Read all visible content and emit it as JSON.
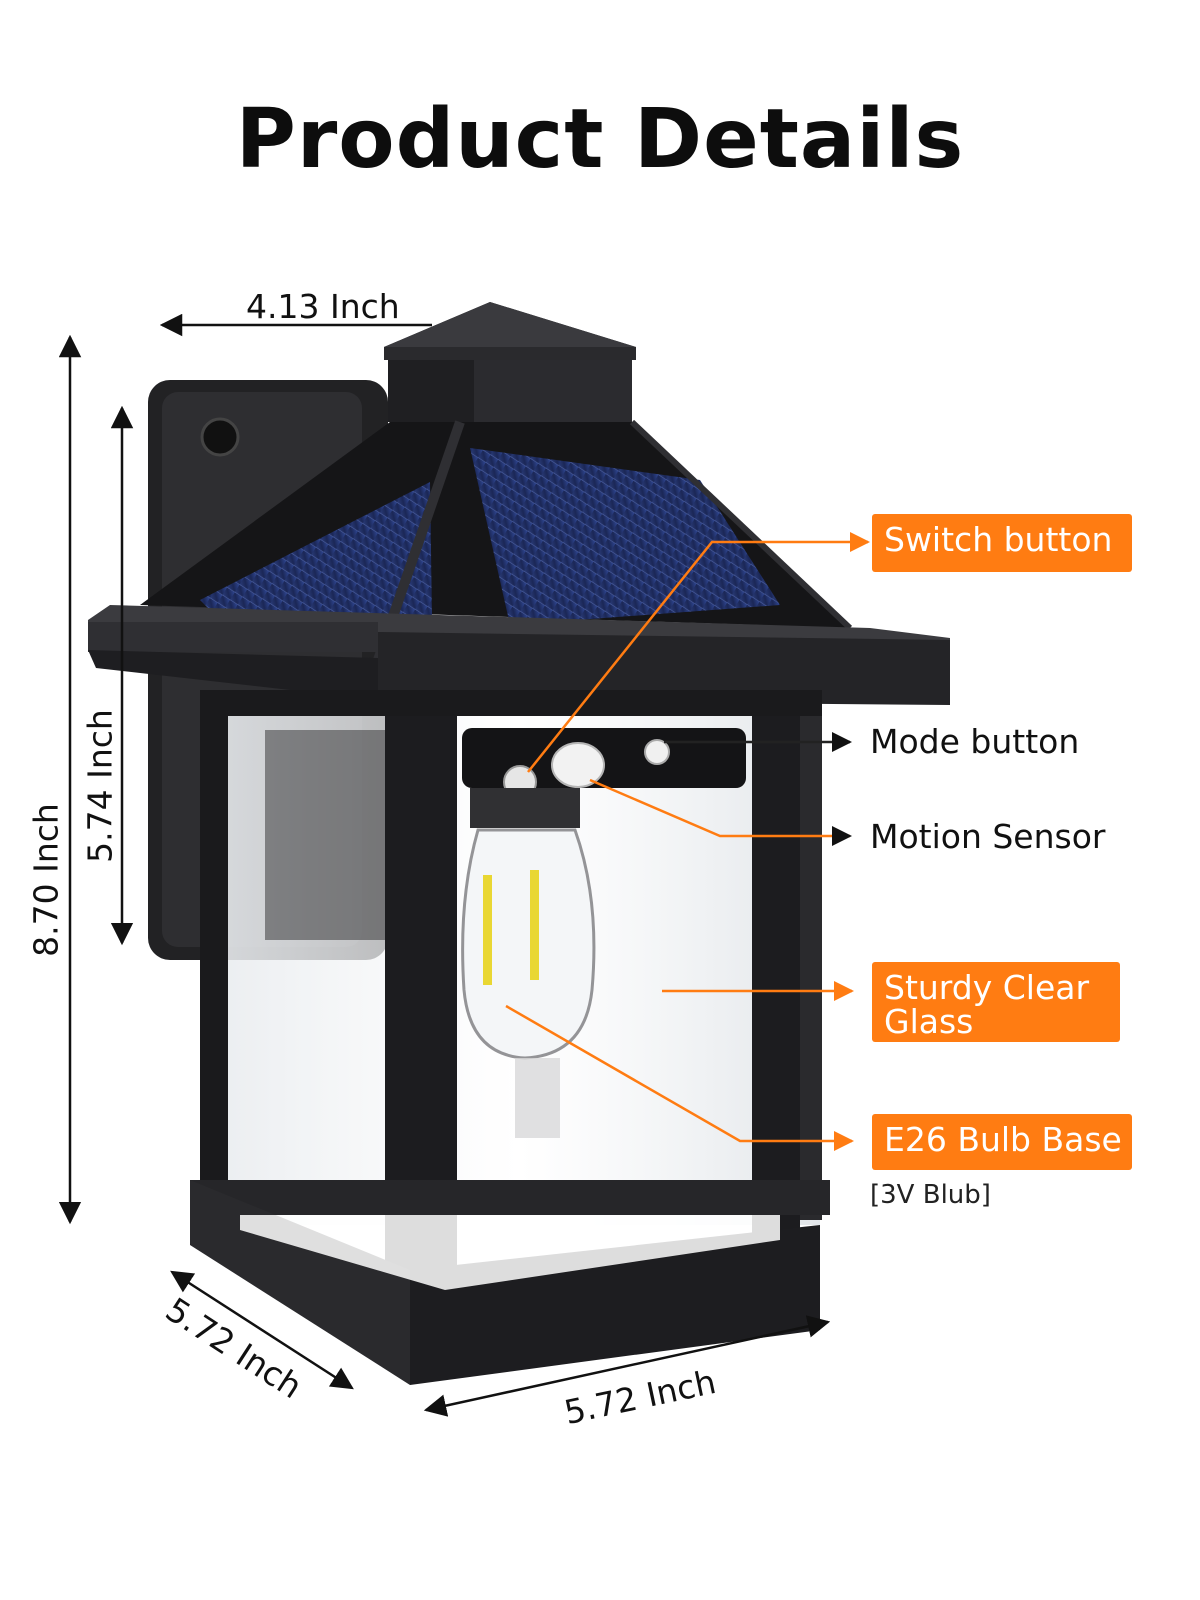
{
  "title": "Product Details",
  "dimensions": {
    "top_width": "4.13 Inch",
    "total_height": "8.70 Inch",
    "plate_height": "5.74 Inch",
    "base_depth": "5.72 Inch",
    "base_width": "5.72 Inch"
  },
  "callouts": {
    "switch_button": "Switch button",
    "mode_button": "Mode button",
    "motion_sensor": "Motion Sensor",
    "clear_glass": "Sturdy Clear Glass",
    "bulb_base": "E26 Bulb Base",
    "bulb_note": "[3V Blub]"
  },
  "colors": {
    "accent": "#ff7c12",
    "lantern_body": "#1c1c1e",
    "solar_panel": "#1d2a55"
  },
  "icons": {
    "lantern": "solar-wall-lantern-illustration",
    "arrow": "dimension-arrow-icon"
  }
}
